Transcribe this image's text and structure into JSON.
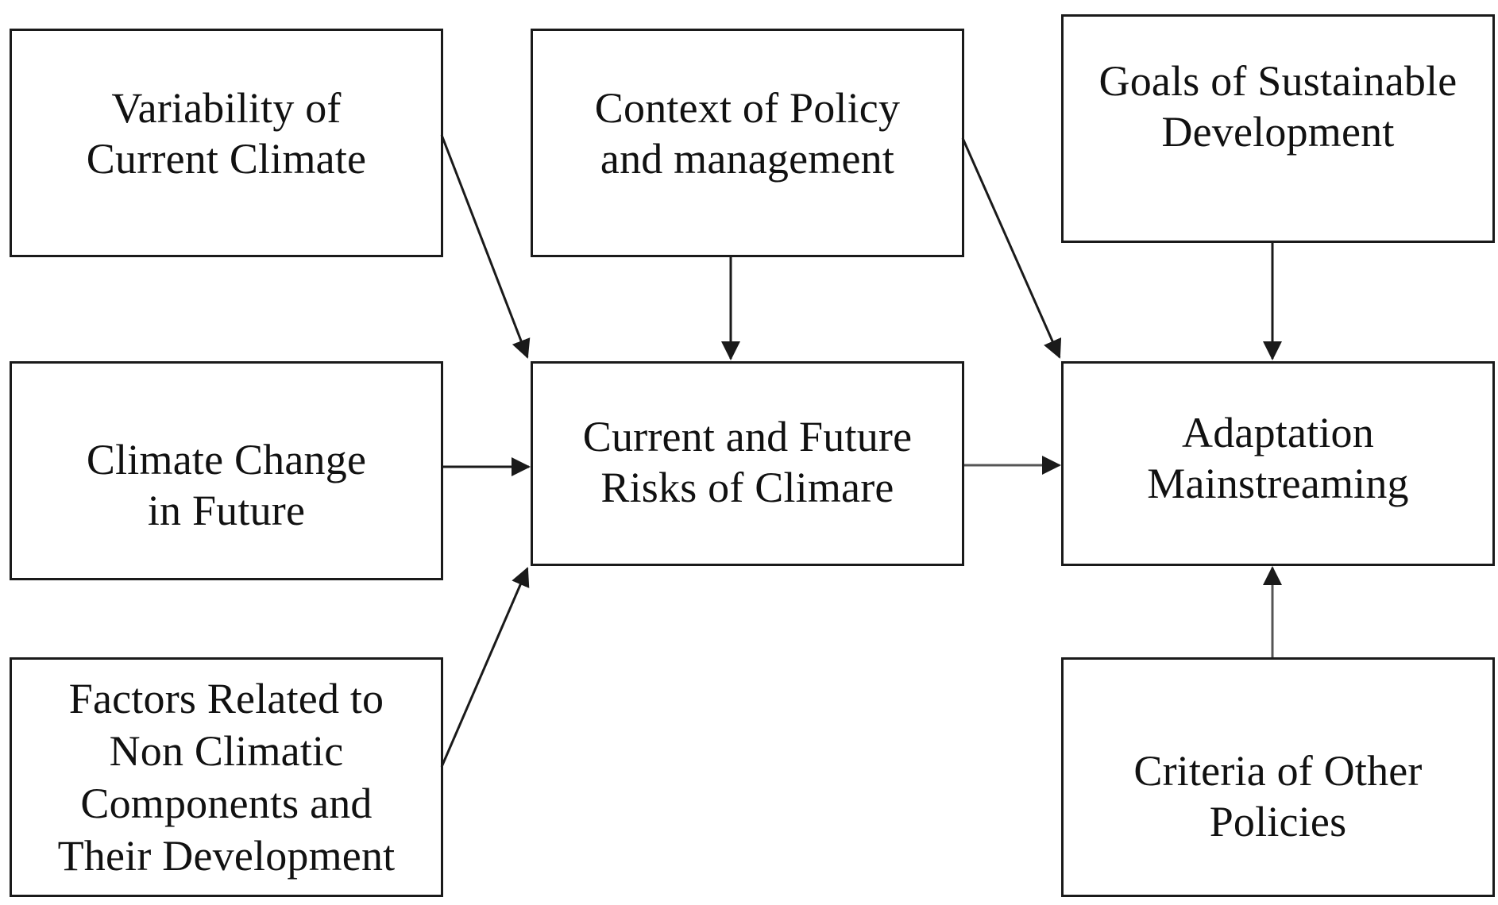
{
  "nodes": {
    "variability": {
      "label": "Variability of\nCurrent Climate"
    },
    "context": {
      "label": "Context of Policy\nand management"
    },
    "goals": {
      "label": "Goals of Sustainable\nDevelopment"
    },
    "change": {
      "label": "Climate Change\nin Future"
    },
    "risks": {
      "label": "Current and Future\nRisks of Climare"
    },
    "adaptation": {
      "label": "Adaptation\nMainstreaming"
    },
    "factors": {
      "label": "Factors Related to\nNon Climatic\nComponents and\nTheir Development"
    },
    "criteria": {
      "label": "Criteria of Other\nPolicies"
    }
  },
  "edges": [
    {
      "from": "variability",
      "to": "risks"
    },
    {
      "from": "context",
      "to": "risks"
    },
    {
      "from": "change",
      "to": "risks"
    },
    {
      "from": "factors",
      "to": "risks"
    },
    {
      "from": "context",
      "to": "adaptation"
    },
    {
      "from": "goals",
      "to": "adaptation"
    },
    {
      "from": "risks",
      "to": "adaptation"
    },
    {
      "from": "criteria",
      "to": "adaptation"
    }
  ],
  "colors": {
    "box_border": "#1a1a1a",
    "arrow": "#1a1a1a",
    "text": "#111111",
    "background": "#ffffff"
  }
}
